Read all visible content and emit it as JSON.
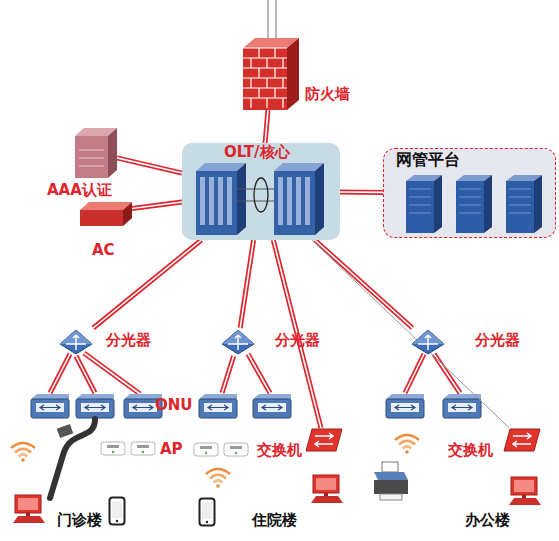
{
  "diagram": {
    "nodes": [
      {
        "text": [
          "防火墙"
        ]
      },
      {
        "text": [
          "OLT/核心"
        ]
      },
      {
        "text": [
          "网管平台"
        ]
      },
      {
        "text": [
          "AAA认证"
        ]
      },
      {
        "text": [
          "AC"
        ]
      },
      {
        "text": [
          "分光器"
        ]
      },
      {
        "text": [
          "分光器"
        ]
      },
      {
        "text": [
          "分光器"
        ]
      },
      {
        "text": [
          "ONU"
        ]
      },
      {
        "text": [
          "AP"
        ]
      },
      {
        "text": [
          "交换机"
        ]
      },
      {
        "text": [
          "交换机"
        ]
      }
    ],
    "edges": [
      {
        "from": 0,
        "to": 1,
        "arrow": "none"
      },
      {
        "from": 3,
        "to": 1,
        "arrow": "none"
      },
      {
        "from": 4,
        "to": 1,
        "arrow": "none"
      },
      {
        "from": 1,
        "to": 2,
        "arrow": "none"
      },
      {
        "from": 1,
        "to": 5,
        "arrow": "none"
      },
      {
        "from": 1,
        "to": 6,
        "arrow": "none"
      },
      {
        "from": 1,
        "to": 7,
        "arrow": "none"
      },
      {
        "from": 1,
        "to": 10,
        "arrow": "none"
      },
      {
        "from": 1,
        "to": 11,
        "arrow": "none"
      },
      {
        "from": 6,
        "to": 8,
        "arrow": "none"
      }
    ],
    "labels": [
      "门诊楼",
      "住院楼",
      "办公楼"
    ]
  }
}
